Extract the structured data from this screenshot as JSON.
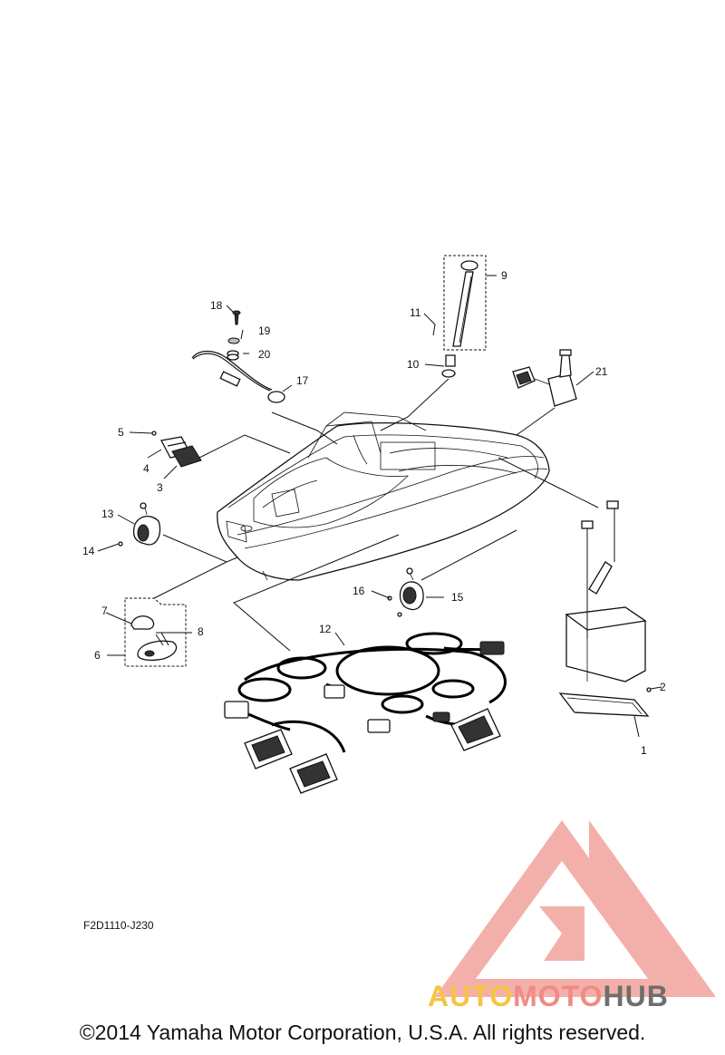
{
  "diagram": {
    "code": "F2D1110-J230",
    "callouts": [
      {
        "id": "c1",
        "label": "1"
      },
      {
        "id": "c2",
        "label": "2"
      },
      {
        "id": "c3",
        "label": "3"
      },
      {
        "id": "c4",
        "label": "4"
      },
      {
        "id": "c5",
        "label": "5"
      },
      {
        "id": "c6",
        "label": "6"
      },
      {
        "id": "c7",
        "label": "7"
      },
      {
        "id": "c8",
        "label": "8"
      },
      {
        "id": "c9",
        "label": "9"
      },
      {
        "id": "c10",
        "label": "10"
      },
      {
        "id": "c11",
        "label": "11"
      },
      {
        "id": "c12",
        "label": "12"
      },
      {
        "id": "c13",
        "label": "13"
      },
      {
        "id": "c14",
        "label": "14"
      },
      {
        "id": "c15",
        "label": "15"
      },
      {
        "id": "c16",
        "label": "16"
      },
      {
        "id": "c17",
        "label": "17"
      },
      {
        "id": "c18",
        "label": "18"
      },
      {
        "id": "c19",
        "label": "19"
      },
      {
        "id": "c20",
        "label": "20"
      },
      {
        "id": "c21",
        "label": "21"
      }
    ]
  },
  "footer": {
    "copyright": "©2014 Yamaha Motor Corporation, U.S.A. All rights reserved."
  },
  "watermark": {
    "part1": "AUTO",
    "part2": "MOTO",
    "part3": "HUB",
    "color1": "#f6c445",
    "color2": "#f08c84",
    "color3": "#6e6e6e"
  }
}
